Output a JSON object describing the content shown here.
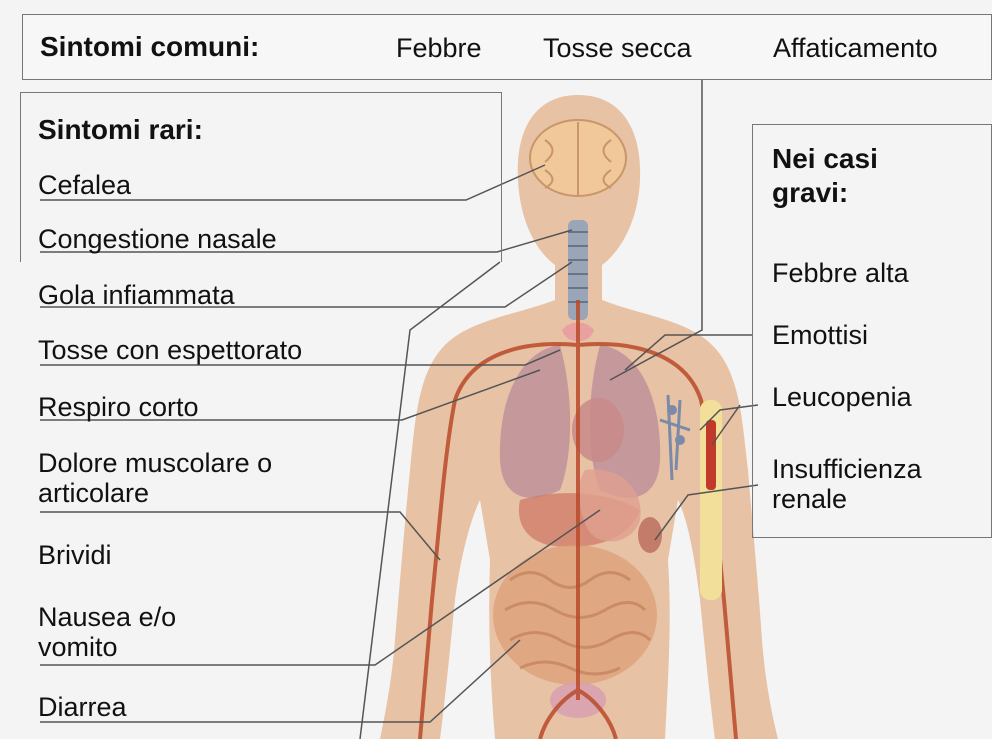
{
  "common": {
    "heading": "Sintomi comuni:",
    "items": [
      "Febbre",
      "Tosse secca",
      "Affaticamento"
    ]
  },
  "rare": {
    "heading": "Sintomi rari:",
    "items": [
      "Cefalea",
      "Congestione nasale",
      "Gola infiammata",
      "Tosse con espettorato",
      "Respiro corto",
      "Dolore muscolare o articolare",
      "Brividi",
      "Nausea e/o vomito",
      "Diarrea"
    ]
  },
  "severe": {
    "heading": "Nei casi gravi:",
    "items": [
      "Febbre alta",
      "Emottisi",
      "Leucopenia",
      "Insufficienza renale"
    ]
  },
  "colors": {
    "skin": "#e8c0a0",
    "organ": "#d9a07a",
    "lung": "#b98a9a",
    "vessel": "#b84a2a",
    "brain": "#f0c89a",
    "bone": "#f2e09a",
    "marrow": "#c0392b",
    "lymph": "#7a8aa8",
    "trachea": "#9aa6b8",
    "leader_line": "#555555"
  }
}
